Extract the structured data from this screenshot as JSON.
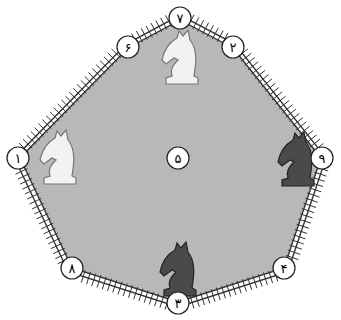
{
  "diagram": {
    "nodes": [
      {
        "text": [
          "۷"
        ]
      },
      {
        "text": [
          "۶"
        ]
      },
      {
        "text": [
          "۲"
        ]
      },
      {
        "text": [
          "۱"
        ]
      },
      {
        "text": [
          "۵"
        ]
      },
      {
        "text": [
          "۹"
        ]
      },
      {
        "text": [
          "۸"
        ]
      },
      {
        "text": [
          "۴"
        ]
      },
      {
        "text": [
          "۳"
        ]
      }
    ]
  }
}
